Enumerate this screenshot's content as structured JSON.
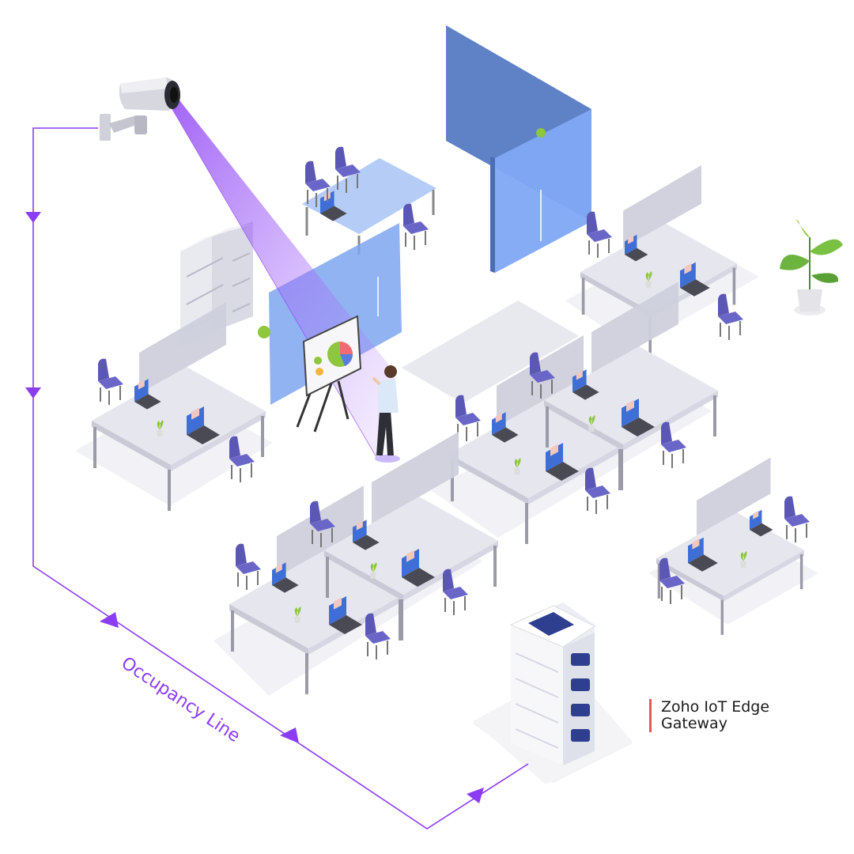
{
  "labels": {
    "occupancy_line": "Occupancy Line",
    "gateway_line1": "Zoho IoT Edge",
    "gateway_line2": "Gateway"
  },
  "colors": {
    "accent_purple": "#8b3cf5",
    "gateway_marker": "#e8565b",
    "chair": "#5b57b5",
    "glass": "#6f96e8",
    "desk": "#e6e7ee"
  }
}
